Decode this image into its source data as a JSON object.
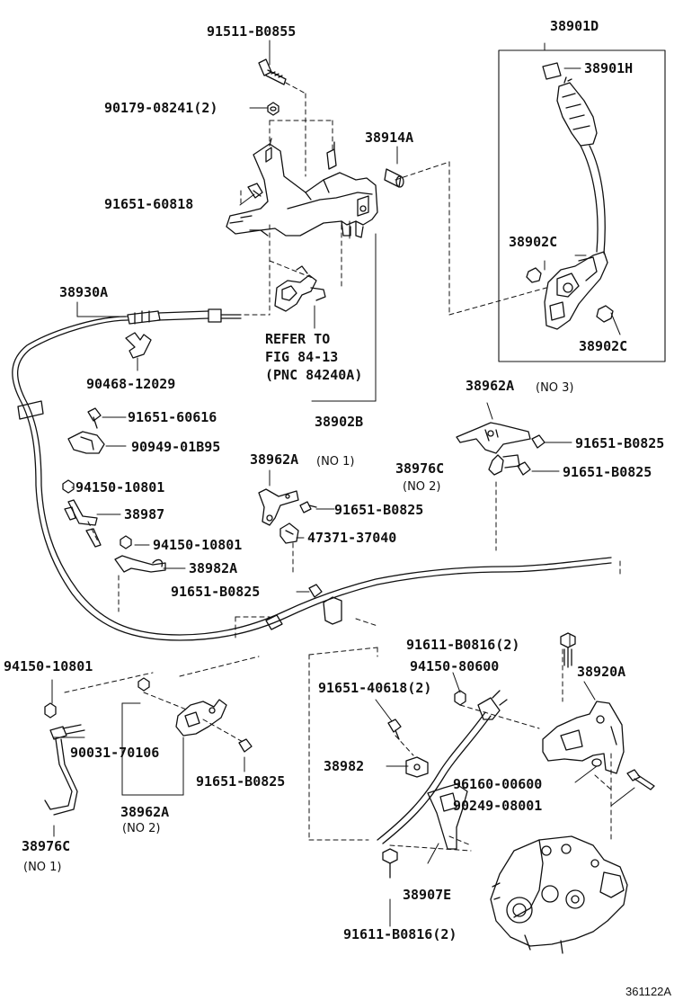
{
  "labels": {
    "p91511_B0855": "91511-B0855",
    "p38901D": "38901D",
    "p38901H": "38901H",
    "p90179": "90179-08241(2)",
    "p38914A": "38914A",
    "p91651_60818": "91651-60818",
    "p38902C_top": "38902C",
    "p38902C_bot": "38902C",
    "p38930A": "38930A",
    "ref_line1": "REFER TO",
    "ref_line2": "FIG 84-13",
    "ref_line3": "(PNC 84240A)",
    "p90468": "90468-12029",
    "p38902B": "38902B",
    "p91651_60616": "91651-60616",
    "p90949": "90949-01B95",
    "p38962A_no3": "38962A",
    "p38962A_no3_sub": "(NO 3)",
    "p91651_B0825_a": "91651-B0825",
    "p38976C_no2": "38976C",
    "p38976C_no2_sub": "(NO 2)",
    "p91651_B0825_b": "91651-B0825",
    "p38962A_no1": "38962A",
    "p38962A_no1_sub": "(NO 1)",
    "p94150_10801_a": "94150-10801",
    "p91651_B0825_c": "91651-B0825",
    "p38987": "38987",
    "p47371": "47371-37040",
    "p94150_10801_b": "94150-10801",
    "p38982A": "38982A",
    "p91651_B0825_d": "91651-B0825",
    "p91611_B0816_top": "91611-B0816(2)",
    "p94150_10801_c": "94150-10801",
    "p94150_80600": "94150-80600",
    "p38920A": "38920A",
    "p91651_40618": "91651-40618(2)",
    "p90031": "90031-70106",
    "p38982": "38982",
    "p96160": "96160-00600",
    "p91651_B0825_e": "91651-B0825",
    "p90249": "90249-08001",
    "p38962A_no2": "38962A",
    "p38962A_no2_sub": "(NO 2)",
    "p38976C_no1": "38976C",
    "p38976C_no1_sub": "(NO 1)",
    "p38907E": "38907E",
    "p91611_B0816_bot": "91611-B0816(2)"
  },
  "diagram_id": "361122A"
}
